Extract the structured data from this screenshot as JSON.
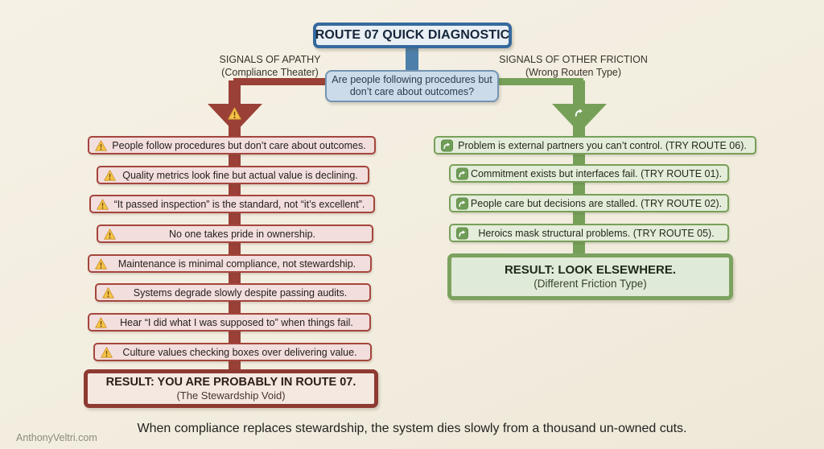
{
  "title": "ROUTE 07 QUICK DIAGNOSTIC",
  "question": "Are people following procedures but don’t care about outcomes?",
  "branches": {
    "left": {
      "label_line1": "SIGNALS OF APATHY",
      "label_line2": "(Compliance Theater)"
    },
    "right": {
      "label_line1": "SIGNALS OF OTHER FRICTION",
      "label_line2": "(Wrong Routen Type)"
    }
  },
  "left_items": [
    "People follow procedures but don’t care about outcomes.",
    "Quality metrics look fine but actual value is declining.",
    "“It passed inspection” is the standard, not “it’s excellent”.",
    "No one takes pride in ownership.",
    "Maintenance is minimal compliance, not stewardship.",
    "Systems degrade slowly despite passing audits.",
    "Hear “I did what I was supposed to” when things fail.",
    "Culture values checking boxes over delivering value."
  ],
  "right_items": [
    "Problem is external partners you can’t control. (TRY ROUTE 06).",
    "Commitment exists but interfaces fail. (TRY ROUTE 01).",
    "People care but decisions are stalled. (TRY ROUTE 02).",
    "Heroics mask structural problems. (TRY ROUTE 05)."
  ],
  "left_result": {
    "line1": "RESULT: YOU ARE PROBABLY IN ROUTE 07.",
    "line2": "(The Stewardship Void)"
  },
  "right_result": {
    "line1": "RESULT: LOOK ELSEWHERE.",
    "line2": "(Different Friction Type)"
  },
  "footer": "When compliance replaces stewardship, the system dies slowly from a thousand un-owned cuts.",
  "watermark": "AnthonyVeltri.com",
  "icons": {
    "left_item": "warning-icon",
    "right_item": "redirect-icon"
  },
  "colors": {
    "background": "#f2eee1",
    "title_border": "#35699d",
    "title_fill": "#e9eff4",
    "question_fill": "#ccdbe9",
    "apathy_line": "#9a4037",
    "apathy_box_fill": "#f1dedd",
    "apathy_box_border": "#a5453c",
    "friction_line": "#76a058",
    "friction_box_fill": "#e4ecda",
    "friction_box_border": "#78a05a",
    "warning_yellow": "#f6c445"
  }
}
